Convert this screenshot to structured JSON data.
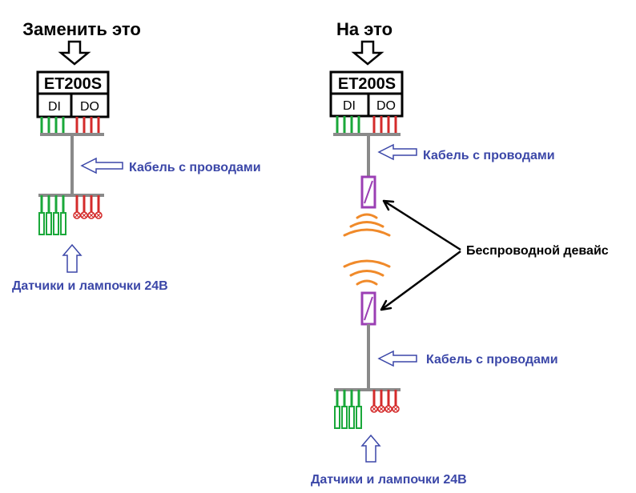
{
  "left": {
    "title": "Заменить это",
    "module": {
      "name": "ET200S",
      "di": "DI",
      "do": "DO"
    },
    "cable_label": "Кабель с проводами",
    "devices_label": "Датчики и лампочки 24В"
  },
  "right": {
    "title": "На это",
    "module": {
      "name": "ET200S",
      "di": "DI",
      "do": "DO"
    },
    "cable_label_top": "Кабель с проводами",
    "wireless_label": "Беспроводной девайс",
    "cable_label_bottom": "Кабель с проводами",
    "devices_label": "Датчики и лампочки 24В"
  },
  "colors": {
    "input_wire": "#1aa83a",
    "output_wire": "#d42b2b",
    "trunk": "#8a8a8a",
    "wireless_box": "#9b3fb4",
    "signal": "#f08a2a",
    "label_blue": "#3b47a8",
    "hollow_arrow": "#3b47a8"
  }
}
